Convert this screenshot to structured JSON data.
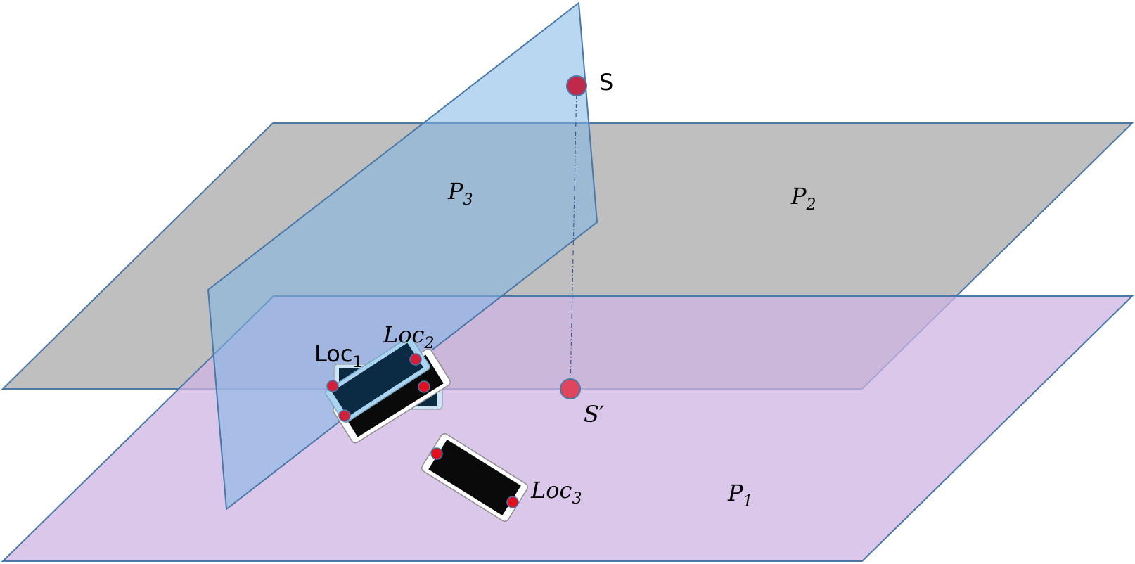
{
  "labels": {
    "point_s": "S",
    "point_s_prime": "S′",
    "plane_p1": {
      "base": "P",
      "sub": "1"
    },
    "plane_p2": {
      "base": "P",
      "sub": "2"
    },
    "plane_p3": {
      "base": "P",
      "sub": "3"
    },
    "loc1": {
      "base": "Loc",
      "sub": "1"
    },
    "loc2": {
      "base": "Loc",
      "sub": "2"
    },
    "loc3": {
      "base": "Loc",
      "sub": "3"
    }
  },
  "colors": {
    "plane_p1": "#d9c6e8",
    "plane_p2": "#bfbfbf",
    "plane_p3": "#8fbfe6",
    "edge": "#4a78a8",
    "point_s": "#c0294a",
    "point_s_prime": "#e0455e",
    "phone_marker": "#e01020",
    "phone_body": "#0a0a0a"
  }
}
